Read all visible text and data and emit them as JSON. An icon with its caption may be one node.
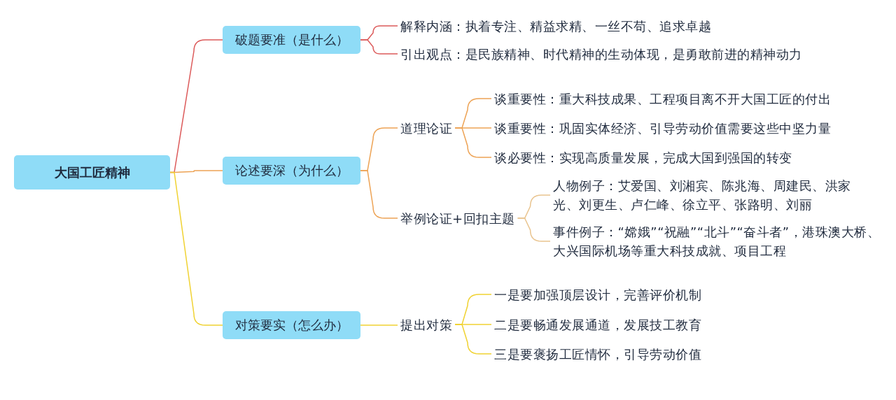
{
  "diagram": {
    "nodes": [
      {
        "text": [
          "大国工匠精神"
        ]
      },
      {
        "text": [
          "破题要准（是什么）"
        ]
      },
      {
        "text": [
          "解释内涵：执着专注、精益求精、一丝不苟、追求卓越"
        ]
      },
      {
        "text": [
          "引出观点：是民族精神、时代精神的生动体现，是勇敢前进的精神动力"
        ]
      },
      {
        "text": [
          "论述要深（为什么）"
        ]
      },
      {
        "text": [
          "道理论证"
        ]
      },
      {
        "text": [
          "谈重要性：重大科技成果、工程项目离不开大国工匠的付出"
        ]
      },
      {
        "text": [
          "谈重要性：巩固实体经济、引导劳动价值需要这些中坚力量"
        ]
      },
      {
        "text": [
          "谈必要性：实现高质量发展，完成大国到强国的转变"
        ]
      },
      {
        "text": [
          "举例论证+回扣主题"
        ]
      },
      {
        "text": [
          "人物例子：艾爱国、刘湘宾、陈兆海、周建民、洪家光、刘更生、卢仁峰、徐立平、张路明、刘丽"
        ]
      },
      {
        "text": [
          "事件例子：“嫦娥”“祝融”“北斗”“奋斗者”，港珠澳大桥、大兴国际机场等重大科技成就、项目工程"
        ]
      },
      {
        "text": [
          "对策要实（怎么办）"
        ]
      },
      {
        "text": [
          "提出对策"
        ]
      },
      {
        "text": [
          "一是要加强顶层设计，完善评价机制"
        ]
      },
      {
        "text": [
          "二是要畅通发展通道，发展技工教育"
        ]
      },
      {
        "text": [
          "三是要褒扬工匠情怀，引导劳动价值"
        ]
      }
    ],
    "edges": [
      {
        "from": 0,
        "to": 1,
        "arrow": "none",
        "color": "#dc5a5a"
      },
      {
        "from": 0,
        "to": 4,
        "arrow": "none",
        "color": "#eda355"
      },
      {
        "from": 0,
        "to": 12,
        "arrow": "none",
        "color": "#f0d232"
      },
      {
        "from": 1,
        "to": 2,
        "arrow": "none",
        "color": "#dc5a5a"
      },
      {
        "from": 1,
        "to": 3,
        "arrow": "none",
        "color": "#dc5a5a"
      },
      {
        "from": 4,
        "to": 5,
        "arrow": "none",
        "color": "#eda355"
      },
      {
        "from": 4,
        "to": 9,
        "arrow": "none",
        "color": "#eda355"
      },
      {
        "from": 5,
        "to": 6,
        "arrow": "none",
        "color": "#eda355"
      },
      {
        "from": 5,
        "to": 7,
        "arrow": "none",
        "color": "#eda355"
      },
      {
        "from": 5,
        "to": 8,
        "arrow": "none",
        "color": "#eda355"
      },
      {
        "from": 9,
        "to": 10,
        "arrow": "none",
        "color": "#e9c48f"
      },
      {
        "from": 9,
        "to": 11,
        "arrow": "none",
        "color": "#e9c48f"
      },
      {
        "from": 12,
        "to": 13,
        "arrow": "none",
        "color": "#f0d232"
      },
      {
        "from": 13,
        "to": 14,
        "arrow": "none",
        "color": "#f0d232"
      },
      {
        "from": 13,
        "to": 15,
        "arrow": "none",
        "color": "#f0d232"
      },
      {
        "from": 13,
        "to": 16,
        "arrow": "none",
        "color": "#f0d232"
      }
    ]
  }
}
